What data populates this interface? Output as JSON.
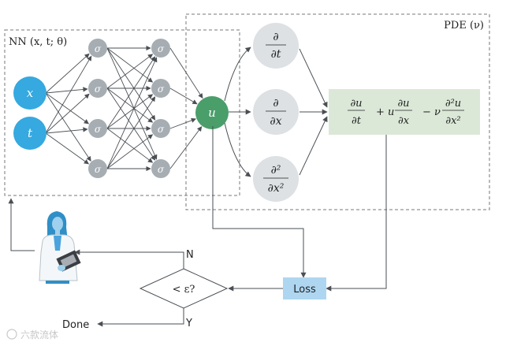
{
  "nn_box": {
    "label": "NN (x, t; θ)"
  },
  "pde_box": {
    "label": "PDE (ν)"
  },
  "inputs": [
    {
      "label": "x"
    },
    {
      "label": "t"
    }
  ],
  "hidden_node_label": "σ",
  "output_node": {
    "label": "u"
  },
  "derivative_nodes": [
    {
      "num": "∂",
      "den": "∂t"
    },
    {
      "num": "∂",
      "den": "∂x"
    },
    {
      "num": "∂²",
      "den": "∂x²"
    }
  ],
  "pde_equation": {
    "term1_num": "∂u",
    "term1_den": "∂t",
    "plus": "+ u",
    "term2_num": "∂u",
    "term2_den": "∂x",
    "minus": "− ν",
    "term3_num": "∂²u",
    "term3_den": "∂x²"
  },
  "loss": {
    "label": "Loss"
  },
  "decision": {
    "label": "< ε?",
    "no": "N",
    "yes": "Y"
  },
  "done": {
    "label": "Done"
  },
  "watermark": {
    "label": "六款流体"
  },
  "colors": {
    "input_node": "#35a9e0",
    "hidden_node": "#a6adb3",
    "output_node": "#4a9e6a",
    "derivative_node": "#dde1e4",
    "equation_box": "#dbe8d8",
    "loss_box": "#aed6f0",
    "edge": "#4a4f54",
    "dashed_border": "#777777"
  }
}
